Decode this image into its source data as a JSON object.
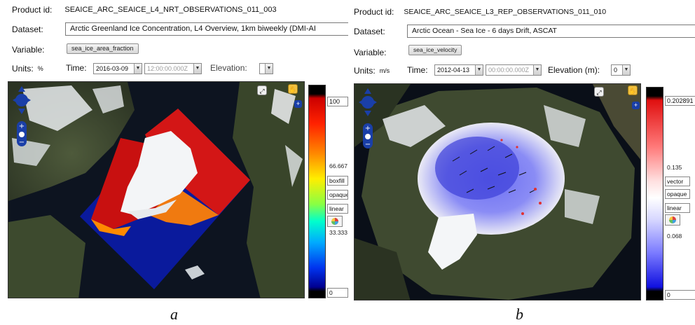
{
  "panel_a": {
    "product_label": "Product id:",
    "product_value": "SEAICE_ARC_SEAICE_L4_NRT_OBSERVATIONS_011_003",
    "dataset_label": "Dataset:",
    "dataset_value": "Arctic Greenland Ice Concentration, L4 Overview, 1km biweekly (DMI-AI",
    "variable_label": "Variable:",
    "variable_value": "sea_ice_area_fraction",
    "units_label": "Units:",
    "units_value": "%",
    "time_label": "Time:",
    "time_date": "2016-03-09",
    "time_clock": "12:00:00.000Z",
    "elevation_label": "Elevation:",
    "legend": {
      "max": "100",
      "mid": "66.667",
      "low": "33.333",
      "min": "0",
      "style_box": "boxfill",
      "opacity_box": "opaque",
      "scale_box": "linear"
    },
    "caption": "a"
  },
  "panel_b": {
    "product_label": "Product id:",
    "product_value": "SEAICE_ARC_SEAICE_L3_REP_OBSERVATIONS_011_010",
    "dataset_label": "Dataset:",
    "dataset_value": "Arctic Ocean - Sea Ice - 6 days Drift, ASCAT",
    "variable_label": "Variable:",
    "variable_value": "sea_ice_velocity",
    "units_label": "Units:",
    "units_value": "m/s",
    "time_label": "Time:",
    "time_date": "2012-04-13",
    "time_clock": "00:00:00.000Z",
    "elevation_label": "Elevation (m):",
    "elevation_value": "0",
    "legend": {
      "max": "0.202891",
      "mid": "0.135",
      "low": "0.068",
      "min": "0",
      "style_box": "vector",
      "opacity_box": "opaque",
      "scale_box": "linear"
    },
    "caption": "b"
  },
  "colors": {
    "nav_blue": "#1a3fa8",
    "zoom_yellow": "#f0c040",
    "rainbow_top": "#cc0000",
    "rainbow_bottom": "#000090",
    "redblue_top": "#e01010",
    "redblue_bottom": "#1010e0"
  }
}
